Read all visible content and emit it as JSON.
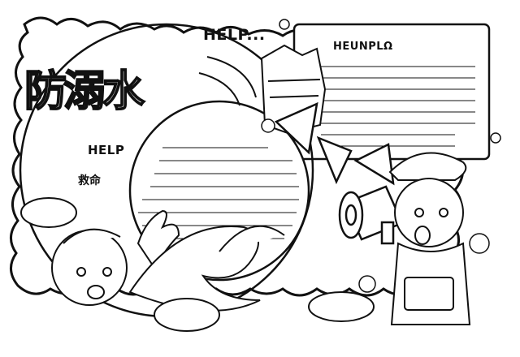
{
  "headings": {
    "help_top": "HELP...",
    "help_right": "HEUNPLΩ",
    "help_mid": "HELP"
  },
  "title": "防溺水",
  "rescue_sign": "救命",
  "colors": {
    "ink": "#111111",
    "paper": "#ffffff"
  },
  "icons": [
    "worried-face-icon",
    "life-ring-icon",
    "life-jacket-icon",
    "warning-sign-icon",
    "megaphone-icon",
    "wave-icon",
    "lotus-leaf-icon"
  ]
}
